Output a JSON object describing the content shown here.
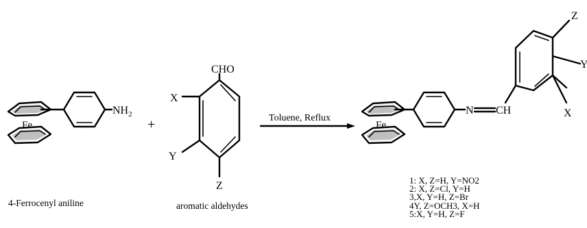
{
  "reactant1": {
    "metal_label": "Fe",
    "group_label": "NH",
    "group_subscript": "2",
    "name": "4-Ferrocenyl aniline"
  },
  "plus_sign": "+",
  "reactant2": {
    "aldehyde_label": "CHO",
    "sub_x": "X",
    "sub_y": "Y",
    "sub_z": "Z",
    "name": "aromatic aldehydes"
  },
  "arrow": {
    "conditions": "Toluene, Reflux"
  },
  "product": {
    "metal_label": "Fe",
    "imine_n": "N",
    "imine_ch": "CH",
    "sub_x": "X",
    "sub_y": "Y",
    "sub_z": "Z",
    "compounds": [
      "1: X, Z=H, Y=NO2",
      "2: X, Z=Cl, Y=H",
      "3,X, Y=H, Z=Br",
      "4Y, Z=OCH3, X=H",
      "5:X, Y=H, Z=F"
    ]
  }
}
